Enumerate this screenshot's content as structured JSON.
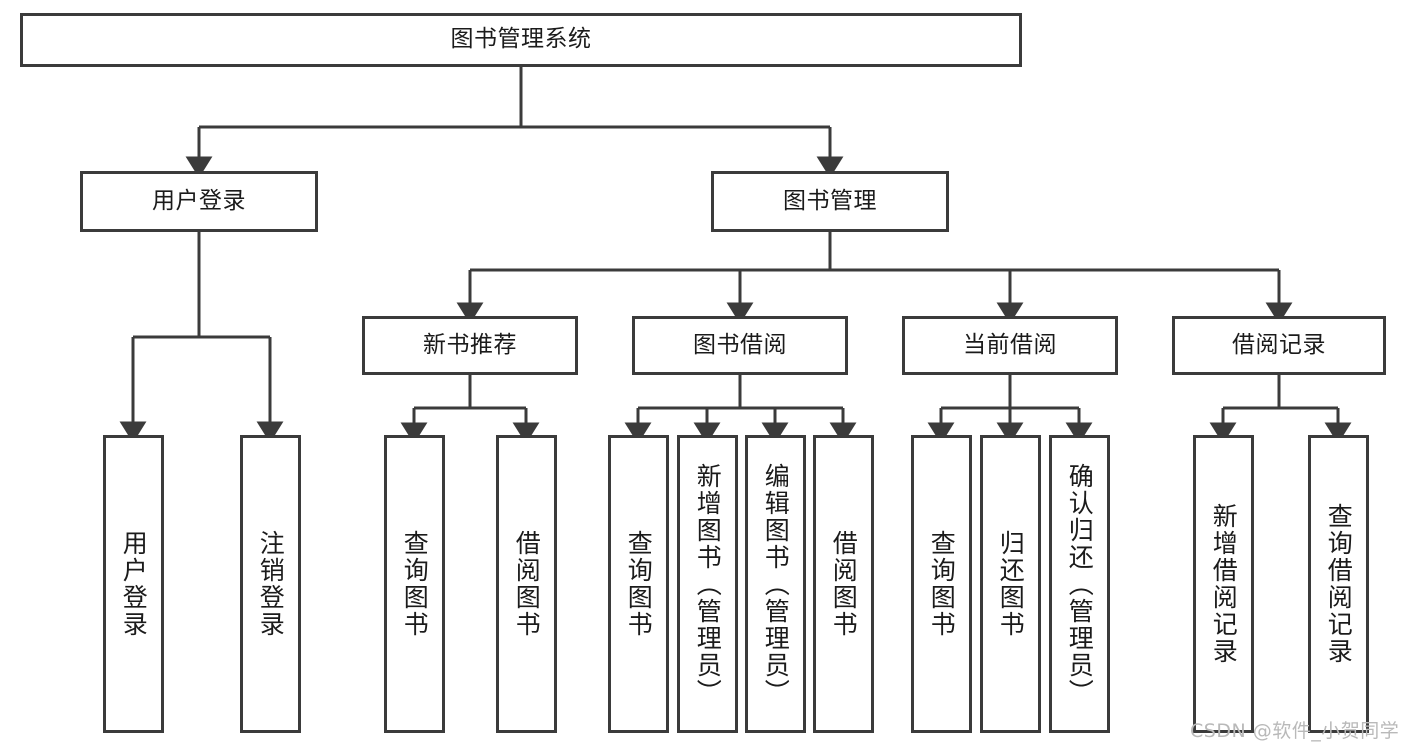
{
  "diagram": {
    "type": "tree-hierarchy-diagram",
    "title": "图书管理系统",
    "watermark": "CSDN @软件_小贺同学",
    "colors": {
      "box_stroke": "#3b3b3b",
      "box_fill": "#ffffff",
      "connector": "#3b3b3b",
      "text": "#1b1b1b",
      "watermark": "#b9b9b9"
    },
    "levels": {
      "root": {
        "label": "图书管理系统"
      },
      "level1": [
        {
          "label": "用户登录"
        },
        {
          "label": "图书管理"
        }
      ],
      "level2": [
        {
          "label": "新书推荐"
        },
        {
          "label": "图书借阅"
        },
        {
          "label": "当前借阅"
        },
        {
          "label": "借阅记录"
        }
      ],
      "leaves": {
        "user_login": [
          {
            "label": "用户登录"
          },
          {
            "label": "注销登录"
          }
        ],
        "new_book_recommend": [
          {
            "label": "查询图书"
          },
          {
            "label": "借阅图书"
          }
        ],
        "book_borrow": [
          {
            "label": "查询图书"
          },
          {
            "label": "新增图书（管理员）"
          },
          {
            "label": "编辑图书（管理员）"
          },
          {
            "label": "借阅图书"
          }
        ],
        "current_borrow": [
          {
            "label": "查询图书"
          },
          {
            "label": "归还图书"
          },
          {
            "label": "确认归还（管理员）"
          }
        ],
        "borrow_record": [
          {
            "label": "新增借阅记录"
          },
          {
            "label": "查询借阅记录"
          }
        ]
      }
    }
  }
}
